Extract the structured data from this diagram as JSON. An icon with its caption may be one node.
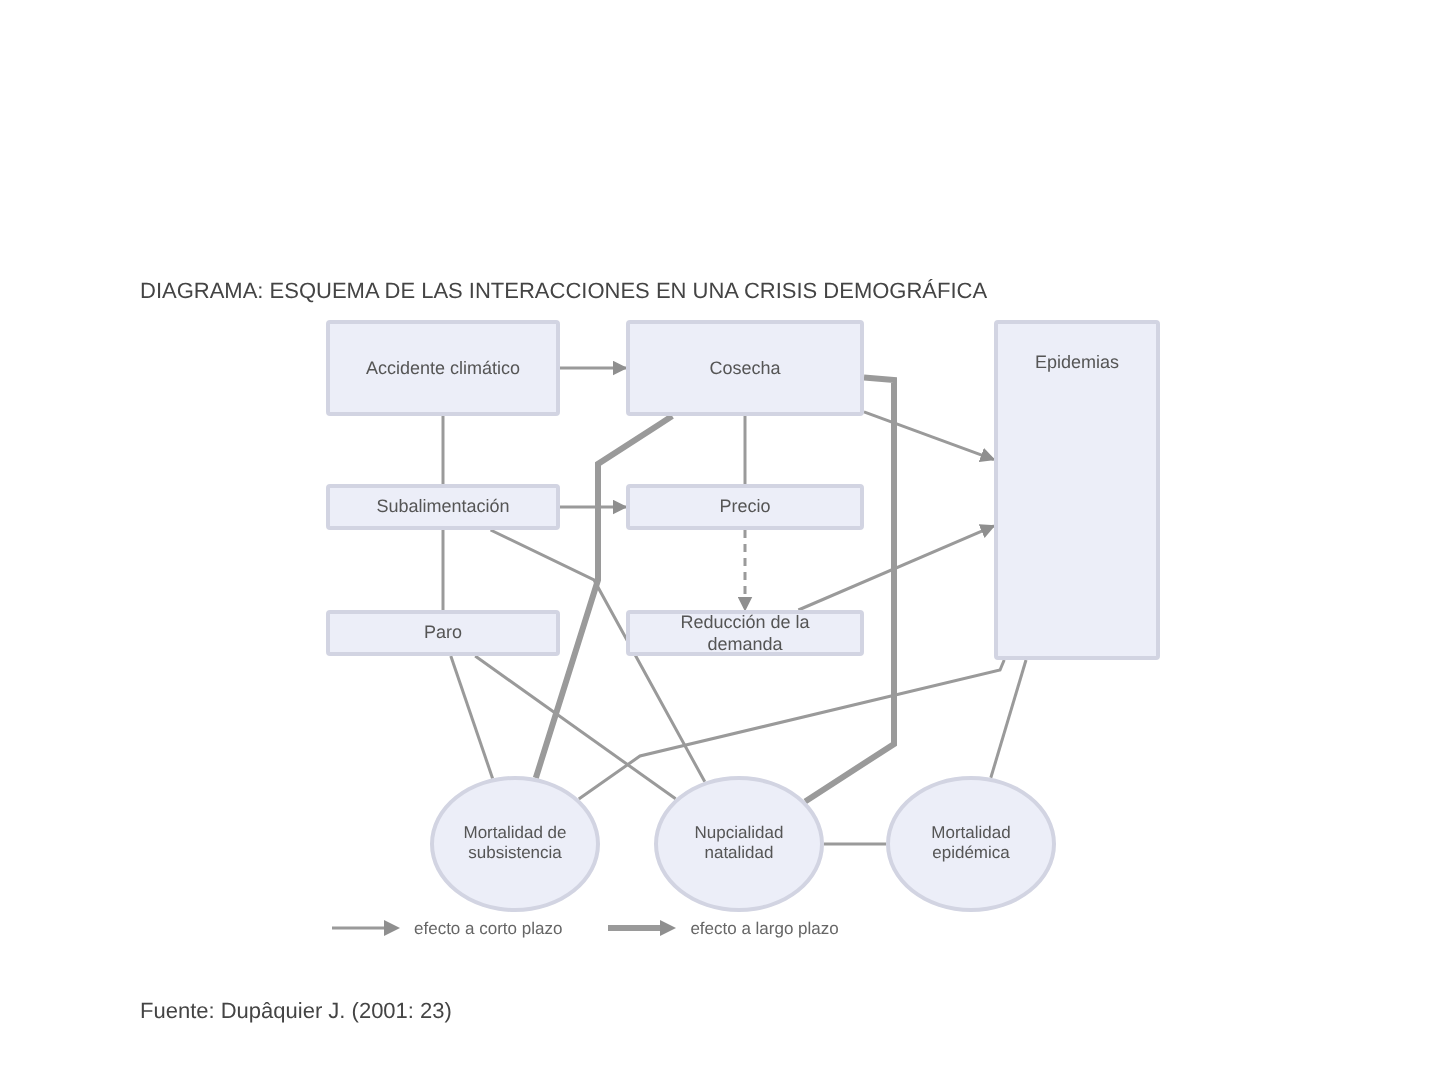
{
  "diagram": {
    "title": "DIAGRAMA: ESQUEMA DE LAS INTERACCIONES EN UNA CRISIS DEMOGRÁFICA",
    "caption": "Fuente: Dupâquier J. (2001: 23)",
    "nodes": [
      {
        "text": [
          "Accidente climático"
        ]
      },
      {
        "text": [
          "Cosecha"
        ]
      },
      {
        "text": [
          "Epidemias"
        ]
      },
      {
        "text": [
          "Subalimentación"
        ]
      },
      {
        "text": [
          "Precio"
        ]
      },
      {
        "text": [
          "Paro"
        ]
      },
      {
        "text": [
          "Reducción de la demanda"
        ]
      },
      {
        "text": [
          "Mortalidad de subsistencia"
        ]
      },
      {
        "text": [
          "Nupcialidad natalidad"
        ]
      },
      {
        "text": [
          "Mortalidad epidémica"
        ]
      }
    ],
    "edges": [
      {
        "from": 0,
        "to": 1,
        "arrow": "to"
      },
      {
        "from": 1,
        "to": 2,
        "arrow": "to"
      },
      {
        "from": 0,
        "to": 3,
        "arrow": "none"
      },
      {
        "from": 3,
        "to": 5,
        "arrow": "none"
      },
      {
        "from": 3,
        "to": 4,
        "arrow": "to"
      },
      {
        "from": 1,
        "to": 4,
        "arrow": "none"
      },
      {
        "from": 4,
        "to": 6,
        "arrow": "to",
        "style": "dashed"
      },
      {
        "from": 6,
        "to": 2,
        "arrow": "to"
      },
      {
        "from": 5,
        "to": 7,
        "arrow": "none"
      },
      {
        "from": 5,
        "to": 8,
        "arrow": "none"
      },
      {
        "from": 3,
        "to": 8,
        "arrow": "none"
      },
      {
        "from": 1,
        "to": 7,
        "arrow": "none",
        "style": "thick"
      },
      {
        "from": 1,
        "to": 8,
        "arrow": "none",
        "style": "thick"
      },
      {
        "from": 2,
        "to": 9,
        "arrow": "none"
      },
      {
        "from": 2,
        "to": 7,
        "arrow": "none"
      },
      {
        "from": 8,
        "to": 9,
        "arrow": "none"
      }
    ],
    "legend": [
      {
        "text": "efecto a corto plazo"
      },
      {
        "text": "efecto a largo plazo"
      }
    ]
  }
}
